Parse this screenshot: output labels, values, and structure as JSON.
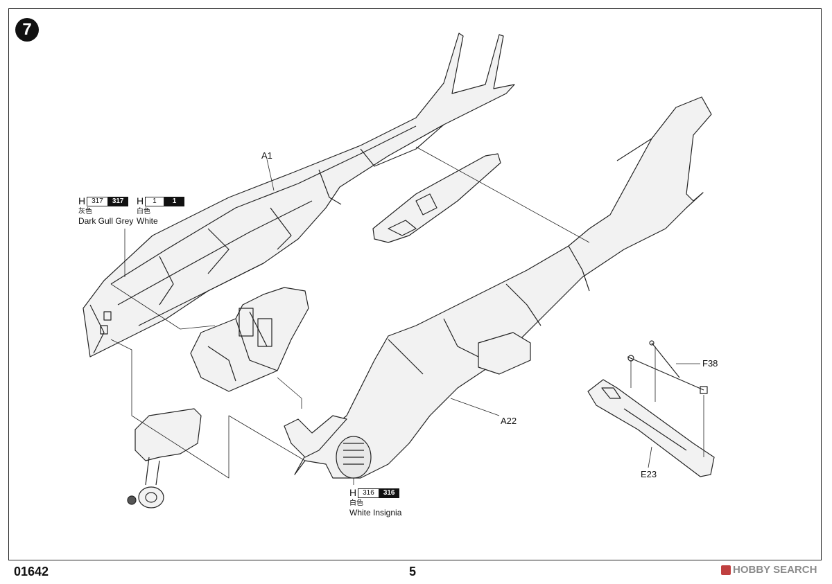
{
  "step": {
    "number": "7"
  },
  "parts": {
    "a1": "A1",
    "a22": "A22",
    "f38": "F38",
    "e23": "E23"
  },
  "paints": {
    "grey": {
      "h": "H",
      "code_white": "317",
      "code_black": "317",
      "cn": "灰色",
      "en": "Dark Gull Grey"
    },
    "white": {
      "h": "H",
      "code_white": "1",
      "code_black": "1",
      "cn": "白色",
      "en": "White"
    },
    "insignia": {
      "h": "H",
      "code_white": "316",
      "code_black": "316",
      "cn": "白色",
      "en": "White Insignia"
    },
    "plus": "+"
  },
  "footer": {
    "product_code": "01642",
    "page_number": "5",
    "watermark": "HOBBY SEARCH"
  }
}
